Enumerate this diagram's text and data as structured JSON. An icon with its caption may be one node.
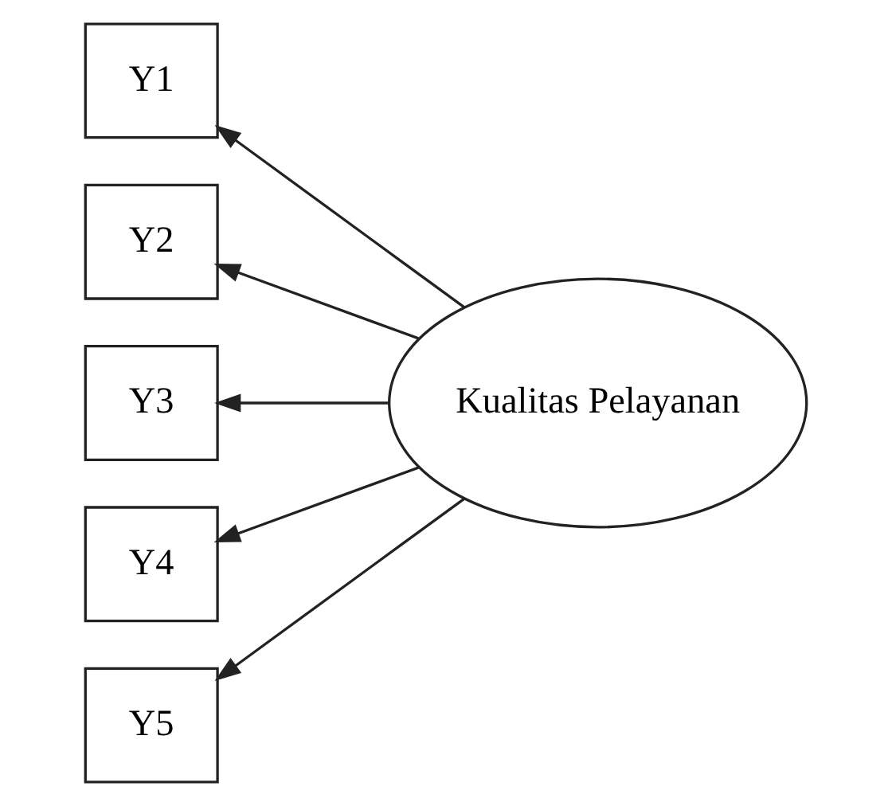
{
  "diagram": {
    "nodes": [
      {
        "text": [
          "Y1"
        ]
      },
      {
        "text": [
          "Y2"
        ]
      },
      {
        "text": [
          "Y3"
        ]
      },
      {
        "text": [
          "Y4"
        ]
      },
      {
        "text": [
          "Y5"
        ]
      },
      {
        "text": [
          "Kualitas Pelayanan"
        ]
      }
    ],
    "edges": [
      {
        "from": 5,
        "to": 0,
        "arrow": "to"
      },
      {
        "from": 5,
        "to": 1,
        "arrow": "to"
      },
      {
        "from": 5,
        "to": 2,
        "arrow": "to"
      },
      {
        "from": 5,
        "to": 3,
        "arrow": "to"
      },
      {
        "from": 5,
        "to": 4,
        "arrow": "to"
      }
    ]
  }
}
